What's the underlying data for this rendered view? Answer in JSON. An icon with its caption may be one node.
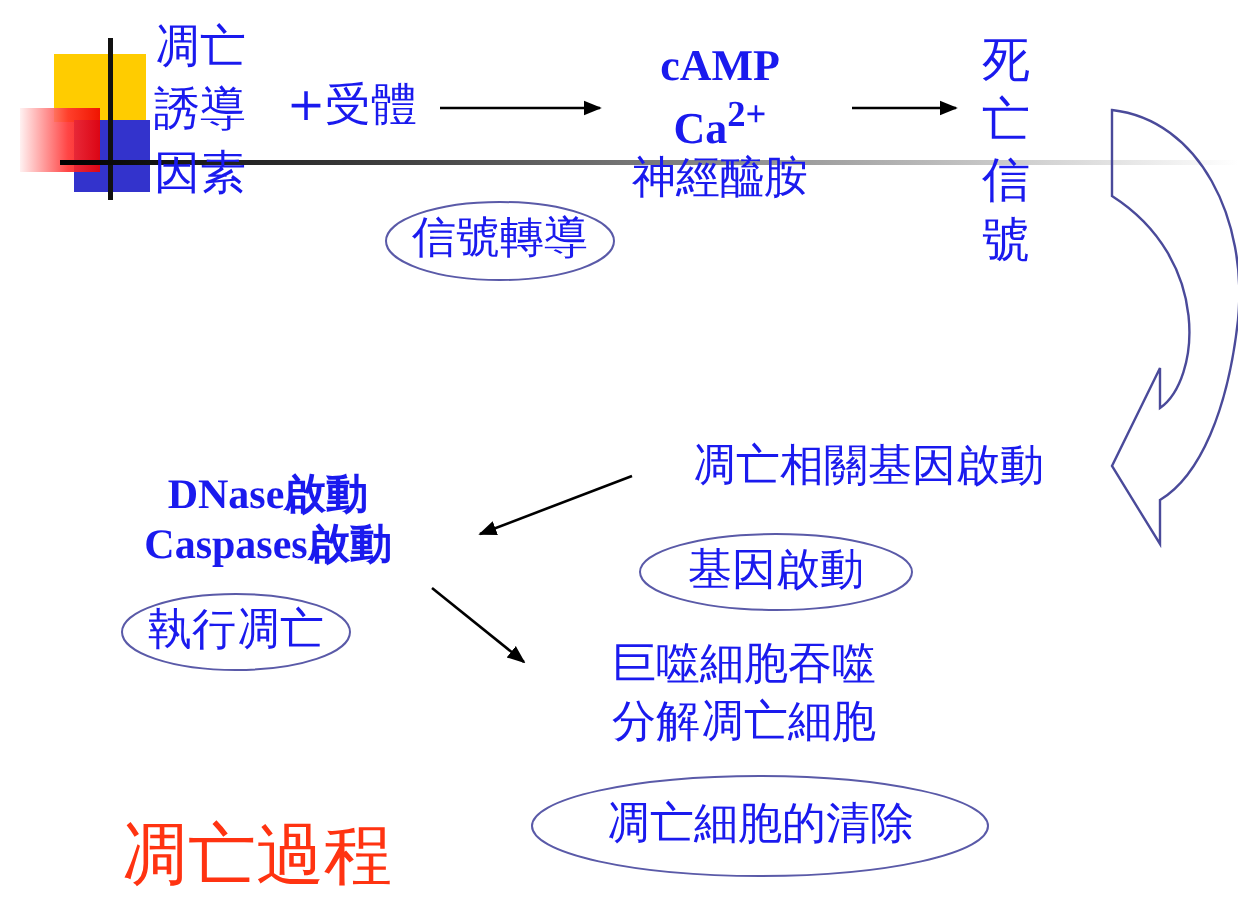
{
  "diagram": {
    "title": "凋亡過程",
    "nodes": [
      {
        "text": [
          "凋亡誘導因素"
        ]
      },
      {
        "text": [
          "+受體"
        ]
      },
      {
        "text": [
          "cAMP",
          "Ca$^{2+}$",
          "神經醯胺"
        ]
      },
      {
        "text": [
          "死亡信號"
        ]
      },
      {
        "text": [
          "信號轉導"
        ]
      },
      {
        "text": [
          "凋亡相關基因啟動"
        ]
      },
      {
        "text": [
          "基因啟動"
        ]
      },
      {
        "text": [
          "DNase啟動",
          "Caspases啟動"
        ]
      },
      {
        "text": [
          "執行凋亡"
        ]
      },
      {
        "text": [
          "巨噬細胞吞噬分解凋亡細胞"
        ]
      },
      {
        "text": [
          "凋亡細胞的清除"
        ]
      }
    ],
    "edges": [
      {
        "from": 1,
        "to": 2,
        "arrow": "to"
      },
      {
        "from": 2,
        "to": 3,
        "arrow": "to"
      },
      {
        "from": 3,
        "to": 5,
        "arrow": "to",
        "style": "thick"
      },
      {
        "from": 5,
        "to": 7,
        "arrow": "to"
      },
      {
        "from": 7,
        "to": 9,
        "arrow": "to"
      }
    ]
  }
}
